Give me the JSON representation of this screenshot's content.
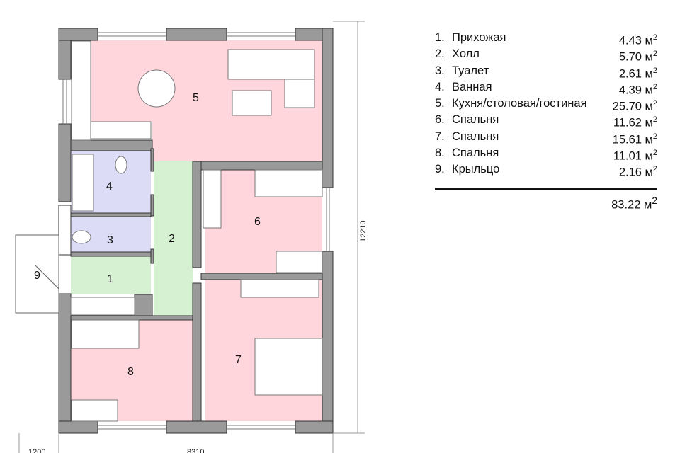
{
  "rooms": [
    {
      "num": "1.",
      "label": "1",
      "name": "Прихожая",
      "area": "4.43",
      "unit": "м",
      "sup": "2"
    },
    {
      "num": "2.",
      "label": "2",
      "name": "Холл",
      "area": "5.70",
      "unit": "м",
      "sup": "2"
    },
    {
      "num": "3.",
      "label": "3",
      "name": "Туалет",
      "area": "2.61",
      "unit": "м",
      "sup": "2"
    },
    {
      "num": "4.",
      "label": "4",
      "name": "Ванная",
      "area": "4.39",
      "unit": "м",
      "sup": "2"
    },
    {
      "num": "5.",
      "label": "5",
      "name": "Кухня/столовая/гостиная",
      "area": "25.70",
      "unit": "м",
      "sup": "2"
    },
    {
      "num": "6.",
      "label": "6",
      "name": "Спальня",
      "area": "11.62",
      "unit": "м",
      "sup": "2"
    },
    {
      "num": "7.",
      "label": "7",
      "name": "Спальня",
      "area": "15.61",
      "unit": "м",
      "sup": "2"
    },
    {
      "num": "8.",
      "label": "8",
      "name": "Спальня",
      "area": "11.01",
      "unit": "м",
      "sup": "2"
    },
    {
      "num": "9.",
      "label": "9",
      "name": "Крыльцо",
      "area": "2.16",
      "unit": "м",
      "sup": "2"
    }
  ],
  "total": {
    "area": "83.22",
    "unit": "м",
    "sup": "2"
  },
  "dimensions": {
    "height": "12210",
    "width": "8310",
    "porch": "1200"
  },
  "colors": {
    "living": "#ffd6dc",
    "wet": "#dcdcf6",
    "hall": "#d6f0d2",
    "wall": "#9a9a9a"
  }
}
